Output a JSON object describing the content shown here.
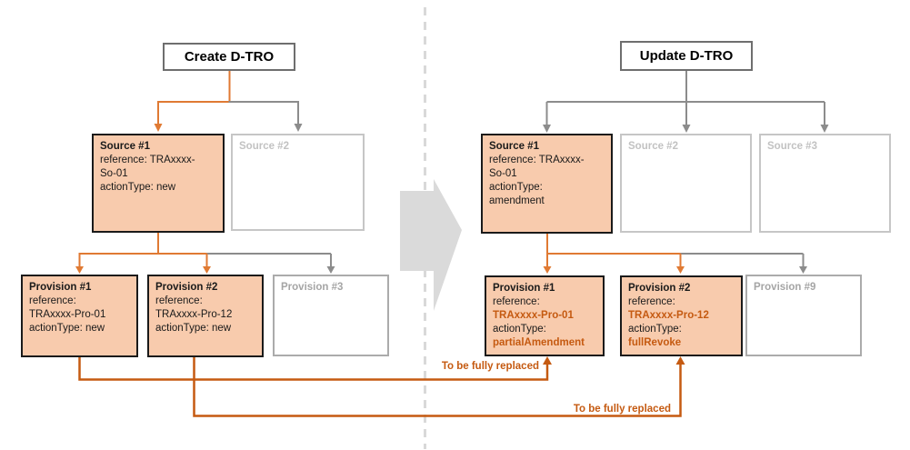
{
  "colors": {
    "highlight_fill": "#F8CBAD",
    "highlight_border": "#1a1a1a",
    "accent_orange": "#E07A33",
    "dark_orange": "#C55A11",
    "gray_connector": "#8C8C8C",
    "light_gray": "#D9D9D9",
    "gray_box_border": "#BEBEBE"
  },
  "create": {
    "title": "Create D-TRO",
    "source1": {
      "title": "Source #1",
      "ref1": "reference: TRAxxxx-",
      "ref2": "So-01",
      "action": "actionType: new"
    },
    "source2": {
      "title": "Source #2"
    },
    "prov1": {
      "title": "Provision #1",
      "ref_label": "reference:",
      "ref_value": "TRAxxxx-Pro-01",
      "action": "actionType: new"
    },
    "prov2": {
      "title": "Provision #2",
      "ref_label": "reference:",
      "ref_value": "TRAxxxx-Pro-12",
      "action": "actionType: new"
    },
    "prov3": {
      "title": "Provision #3"
    }
  },
  "update": {
    "title": "Update D-TRO",
    "source1": {
      "title": "Source #1",
      "ref1": "reference: TRAxxxx-",
      "ref2": "So-01",
      "action_label": "actionType:",
      "action_value": "amendment"
    },
    "source2": {
      "title": "Source #2"
    },
    "source3": {
      "title": "Source #3"
    },
    "prov1": {
      "title": "Provision #1",
      "ref_label": "reference:",
      "ref_value": "TRAxxxx-Pro-01",
      "action_label": "actionType:",
      "action_value": "partialAmendment"
    },
    "prov2": {
      "title": "Provision #2",
      "ref_label": "reference:",
      "ref_value": "TRAxxxx-Pro-12",
      "action_label": "actionType:",
      "action_value": "fullRevoke"
    },
    "prov9": {
      "title": "Provision #9"
    }
  },
  "annotations": {
    "replace1": "To be fully replaced",
    "replace2": "To be fully replaced"
  }
}
